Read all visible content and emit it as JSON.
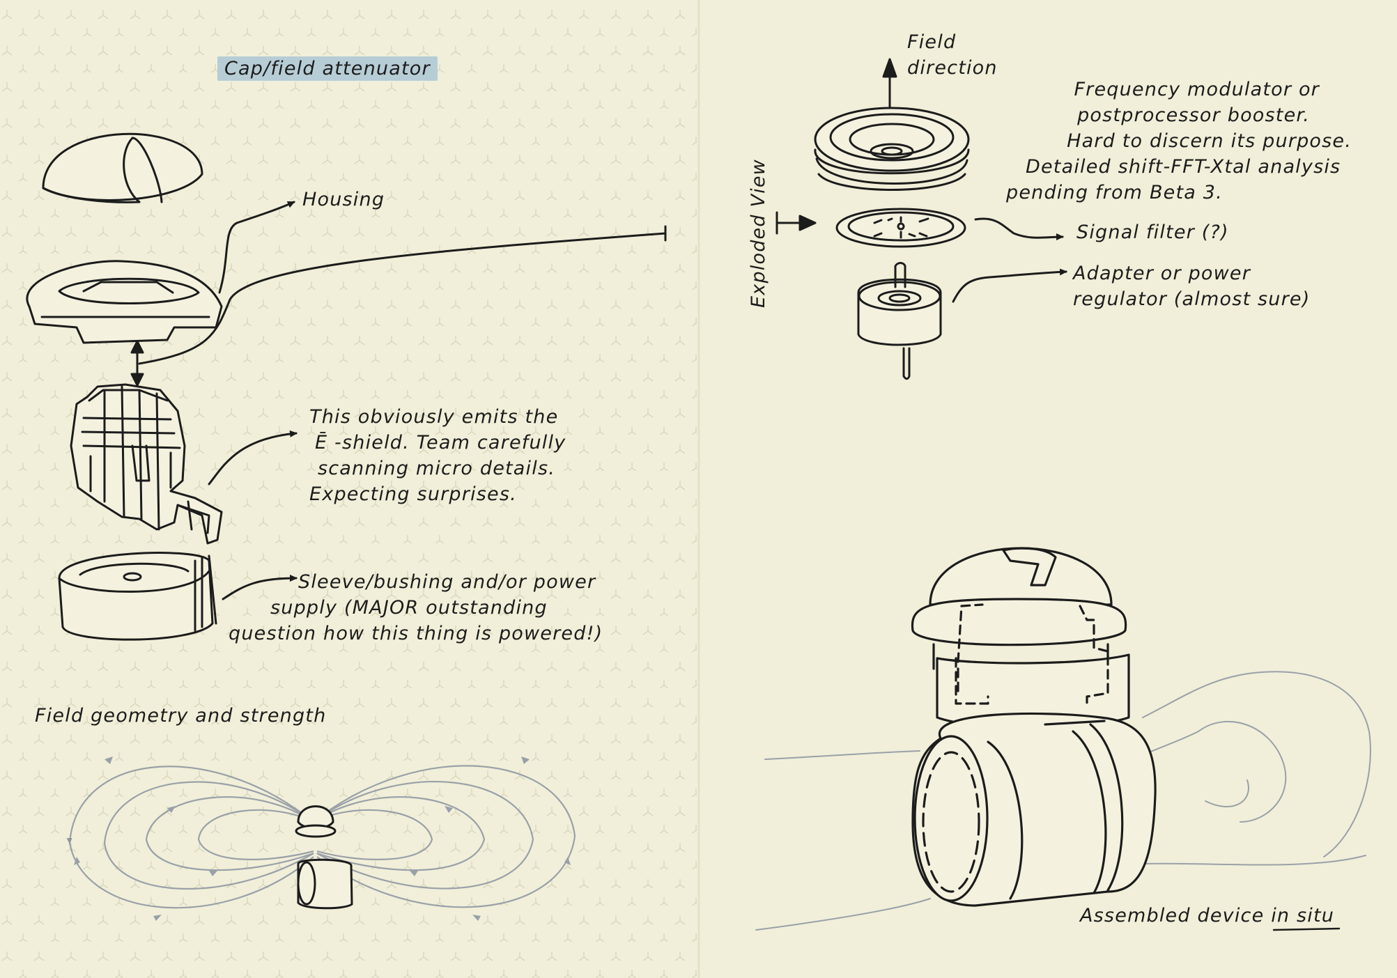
{
  "notebook": {
    "paper_color": "#f1efd9",
    "ink_color": "#1c1c1c",
    "pencil_color": "#9aa0a8",
    "tag_color": "#b7cdd6",
    "left_page": {
      "cap_label": "Cap/field attenuator",
      "housing_label": "Housing",
      "emitter_note": [
        "This obviously emits the",
        "Ē -shield. Team carefully",
        "scanning micro details.",
        "Expecting surprises."
      ],
      "sleeve_note": [
        "Sleeve/bushing and/or power",
        "supply (MAJOR outstanding",
        "question how this thing is powered!)"
      ],
      "field_label": "Field geometry and strength"
    },
    "right_page": {
      "field_direction_label": [
        "Field",
        "direction"
      ],
      "exploded_view_label": "Exploded View",
      "modulator_note": [
        "Frequency modulator or",
        "postprocessor booster.",
        "Hard to discern its purpose.",
        "Detailed shift-FFT-Xtal analysis",
        "pending from Beta 3."
      ],
      "signal_filter_label": "Signal filter (?)",
      "adapter_note": [
        "Adapter or power",
        "regulator (almost sure)"
      ],
      "assembled_label": "Assembled device",
      "assembled_label_emphasis": "in situ"
    }
  }
}
